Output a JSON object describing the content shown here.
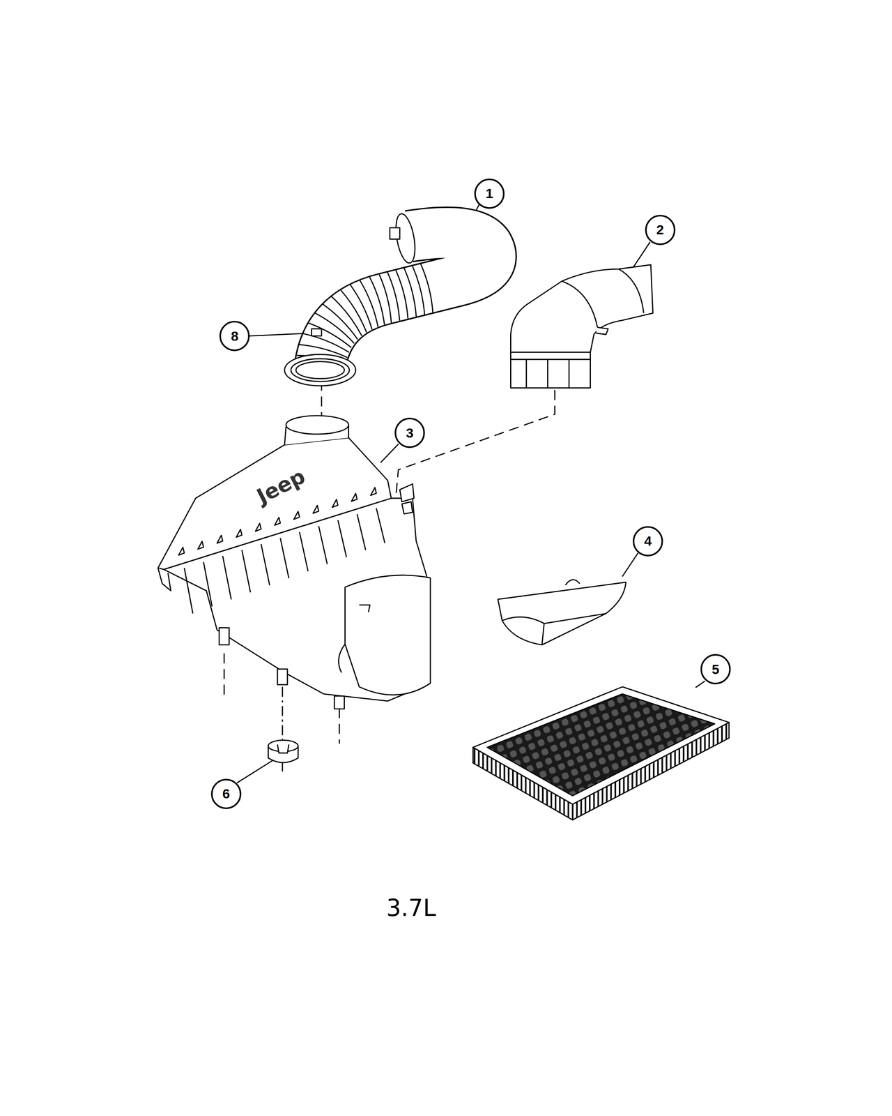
{
  "diagram": {
    "caption": "3.7L",
    "nodes": [
      {
        "text": [
          "1"
        ]
      },
      {
        "text": [
          "2"
        ]
      },
      {
        "text": [
          "8"
        ]
      },
      {
        "text": [
          "3"
        ]
      },
      {
        "text": [
          "4"
        ]
      },
      {
        "text": [
          "5"
        ]
      },
      {
        "text": [
          "6"
        ]
      }
    ],
    "labels": [
      "Jeep"
    ]
  }
}
